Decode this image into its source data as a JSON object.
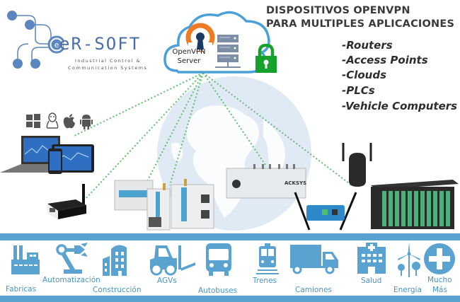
{
  "logo": {
    "brand": "eR-SOFT",
    "tagline_line1": "Industrial Control &",
    "tagline_line2": "Communication Systems"
  },
  "cloud": {
    "label_line1": "OpenVPN",
    "label_line2": "Server",
    "lock_color": "#16a02c"
  },
  "headline": {
    "line1": "DISPOSITIVOS OPENVPN",
    "line2": "PARA MULTIPLES APLICACIONES"
  },
  "features": [
    "-Routers",
    "-Access Points",
    "-Clouds",
    "-PLCs",
    "-Vehicle Computers"
  ],
  "os_icons": [
    "windows-icon",
    "linux-icon",
    "apple-icon",
    "android-icon"
  ],
  "devices": [
    "laptop-tablet-phone",
    "cellular-router",
    "din-rail-gateway",
    "din-rail-router-small",
    "din-rail-router-large",
    "acksys-router",
    "blue-access-point",
    "antenna-gateway",
    "plc-rack"
  ],
  "device_brand": "ACKSYS",
  "categories": [
    {
      "label": "Fabricas",
      "icon": "factory-icon"
    },
    {
      "label": "Automatización",
      "icon": "robot-arm-icon"
    },
    {
      "label": "Construcción",
      "icon": "building-icon"
    },
    {
      "label": "AGVs",
      "icon": "forklift-icon"
    },
    {
      "label": "Autobuses",
      "icon": "bus-icon"
    },
    {
      "label": "Trenes",
      "icon": "train-icon"
    },
    {
      "label": "Camiones",
      "icon": "truck-icon"
    },
    {
      "label": "Salud",
      "icon": "hospital-icon"
    },
    {
      "label": "Energía",
      "icon": "wind-turbine-icon"
    },
    {
      "label": "Mucho",
      "label2": "Más",
      "icon": "plus-circle-icon"
    }
  ],
  "colors": {
    "accent_blue": "#5aa3d0",
    "link_green": "#5cc06a",
    "headline_text": "#3a3a3a",
    "openvpn_orange": "#ee7a22",
    "openvpn_navy": "#1b3a63"
  }
}
